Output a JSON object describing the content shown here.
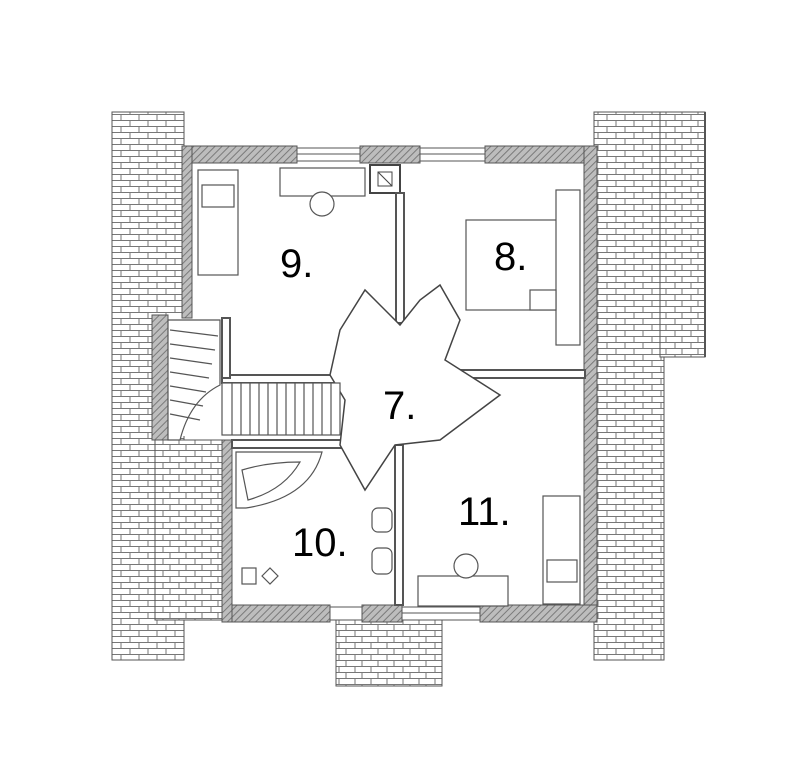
{
  "rooms": [
    {
      "id": "9",
      "label": "9."
    },
    {
      "id": "8",
      "label": "8."
    },
    {
      "id": "7",
      "label": "7."
    },
    {
      "id": "10",
      "label": "10."
    },
    {
      "id": "11",
      "label": "11."
    }
  ],
  "colors": {
    "wall": "#9a9a9a",
    "line": "#555555",
    "background": "#ffffff"
  }
}
